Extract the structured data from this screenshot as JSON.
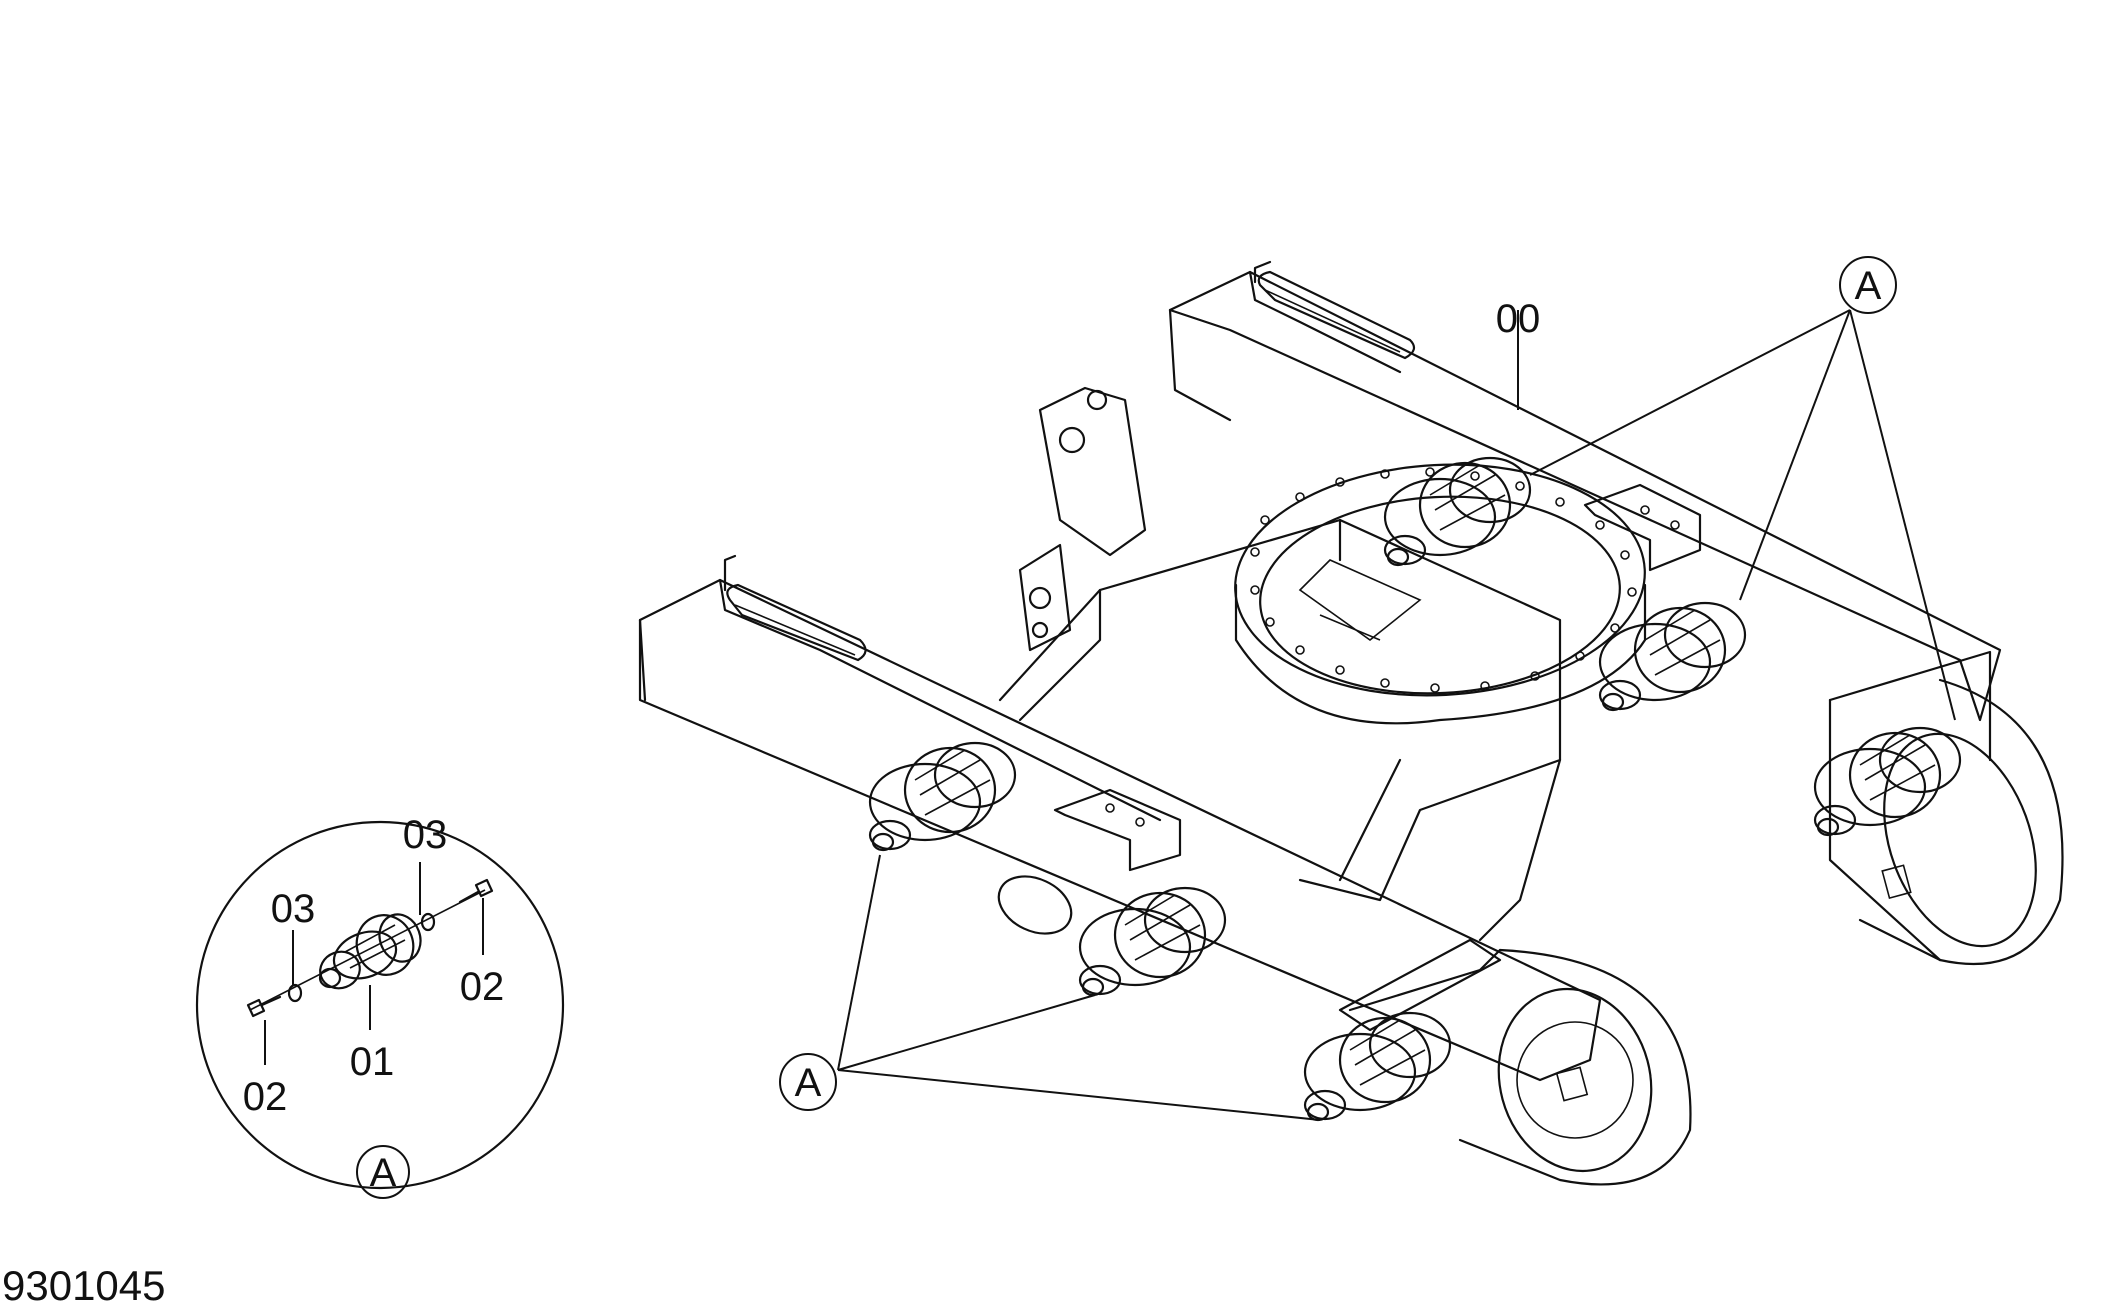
{
  "figure_number": "9301045",
  "part_labels": {
    "frame": "00",
    "roller": "01",
    "bolt_left": "02",
    "bolt_right": "02",
    "washer_left": "03",
    "washer_right": "03"
  },
  "detail_ref": "A",
  "callouts": {
    "top_right": "A",
    "bottom_left": "A"
  },
  "colors": {
    "line": "#111111",
    "background": "#ffffff"
  }
}
